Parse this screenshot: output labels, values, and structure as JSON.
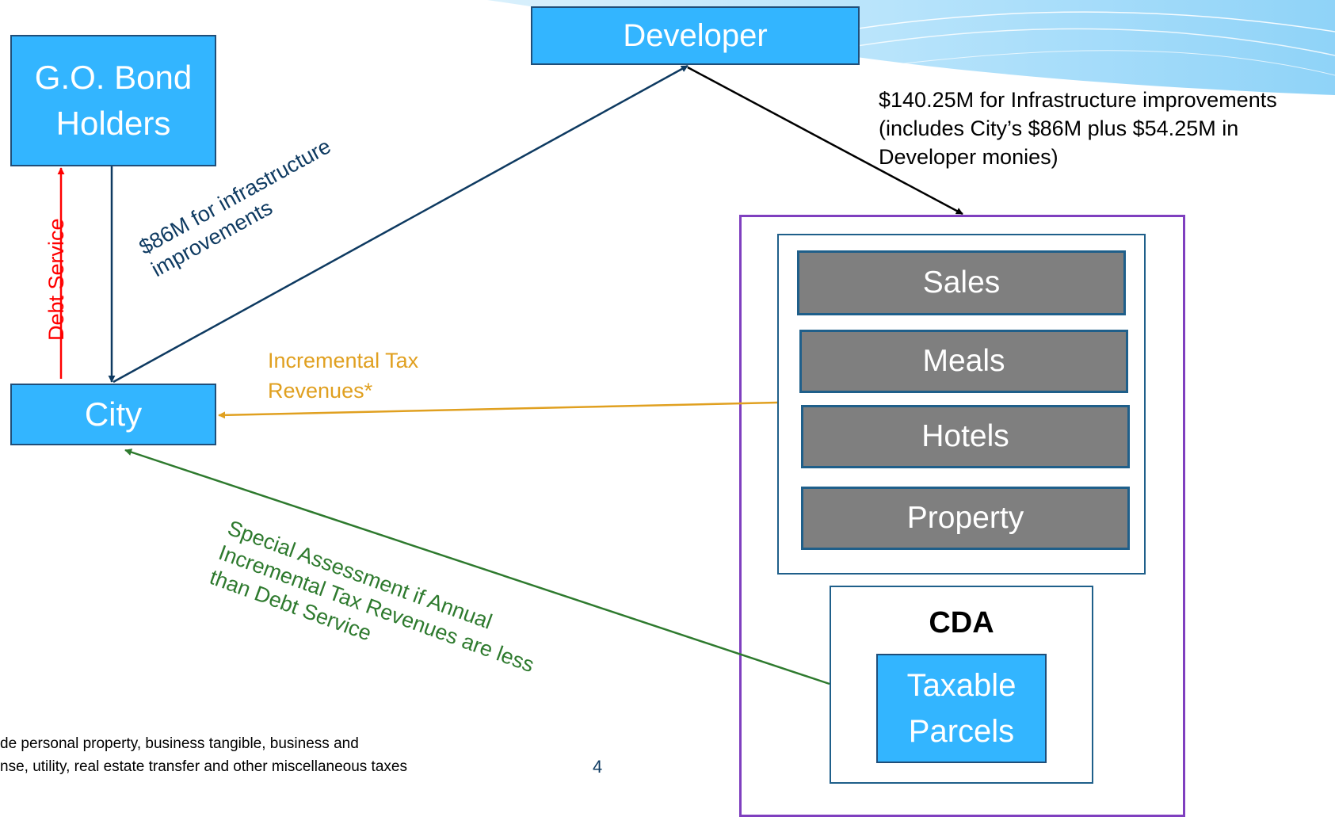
{
  "nodes": {
    "developer": "Developer",
    "go_bond_holders": "G.O. Bond Holders",
    "city": "City",
    "cda": "CDA",
    "taxable_parcels": "Taxable Parcels",
    "sales": "Sales",
    "meals": "Meals",
    "hotels": "Hotels",
    "property": "Property"
  },
  "edge_labels": {
    "developer_to_cda": "$140.25M for Infrastructure improvements (includes City’s $86M plus $54.25M in Developer monies)",
    "bondholders_to_city": "$86M for infrastructure improvements",
    "debt_service": "Debt Service",
    "incremental_tax": "Incremental Tax Revenues*",
    "special_assessment": "Special Assessment if Annual Incremental Tax Revenues are less than Debt Service"
  },
  "footnote": {
    "line1": "de personal property, business tangible, business and",
    "line2": "nse, utility, real estate transfer and other miscellaneous taxes"
  },
  "page_number": "4",
  "colors": {
    "box_fill": "#33b5ff",
    "box_border": "#1f4e79",
    "tax_box_fill": "#7f7f7f",
    "debt_service": "#ff0000",
    "navy": "#0e3a61",
    "orange": "#e0a020",
    "green": "#2e7a2e",
    "purple": "#7f3fbf"
  }
}
